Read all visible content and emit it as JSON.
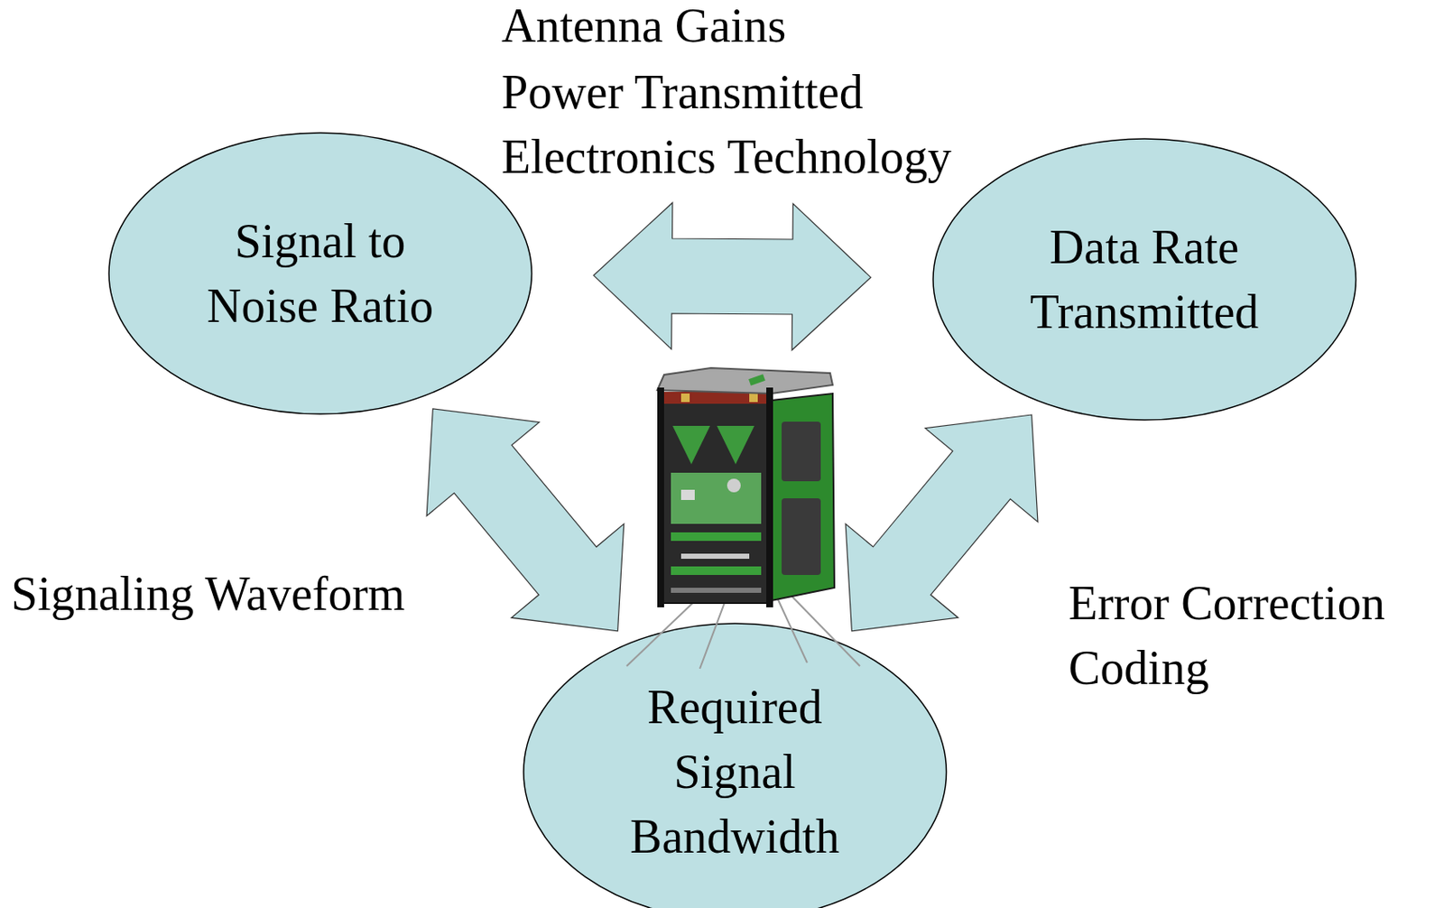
{
  "diagram": {
    "nodes": [
      {
        "text": [
          "Signal to Noise Ratio"
        ]
      },
      {
        "text": [
          "Data Rate Transmitted"
        ]
      },
      {
        "text": [
          "Required Signal Bandwidth"
        ]
      }
    ],
    "edges": [
      {
        "from": 0,
        "to": 1,
        "arrow": "both"
      },
      {
        "from": 0,
        "to": 2,
        "label": "Signaling Waveform",
        "arrow": "both"
      },
      {
        "from": 1,
        "to": 2,
        "label": "Error Correction Coding",
        "arrow": "both"
      }
    ],
    "labels": [
      "Antenna Gains",
      "Power Transmitted",
      "Electronics Technology"
    ]
  }
}
